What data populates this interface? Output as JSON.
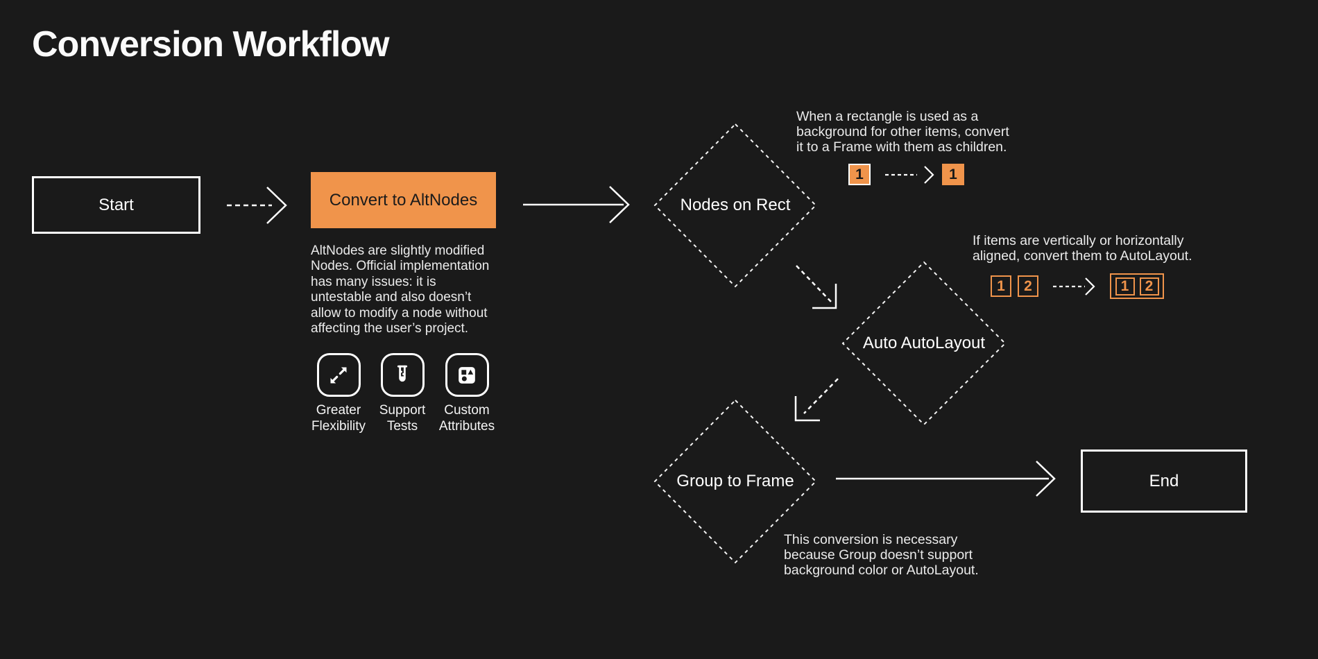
{
  "title": "Conversion Workflow",
  "colors": {
    "background": "#1A1A1A",
    "accent_orange": "#F0944B",
    "stroke_white": "#FFFFFF"
  },
  "flow": {
    "start": {
      "label": "Start"
    },
    "convert_to_altnodes": {
      "label": "Convert to AltNodes",
      "description": "AltNodes are slightly modified\nNodes. Official implementation\nhas many issues: it is\nuntestable and also doesn’t\nallow to modify a node without\naffecting the user’s project.",
      "features": [
        {
          "icon": "expand-arrows-icon",
          "label": "Greater\nFlexibility"
        },
        {
          "icon": "test-tube-icon",
          "label": "Support\nTests"
        },
        {
          "icon": "shapes-icon",
          "label": "Custom\nAttributes"
        }
      ]
    },
    "nodes_on_rect": {
      "label": "Nodes on Rect",
      "note": "When a rectangle is used as a\nbackground for other items, convert\nit to a Frame with them as children.",
      "demo_before": "1",
      "demo_after": "1"
    },
    "auto_autolayout": {
      "label": "Auto AutoLayout",
      "note": "If items are vertically or horizontally\naligned, convert them to AutoLayout.",
      "demo_items": [
        "1",
        "2"
      ],
      "demo_result": [
        "1",
        "2"
      ]
    },
    "group_to_frame": {
      "label": "Group to Frame",
      "note": "This conversion is necessary\nbecause Group doesn’t support\nbackground color or AutoLayout."
    },
    "end": {
      "label": "End"
    }
  }
}
